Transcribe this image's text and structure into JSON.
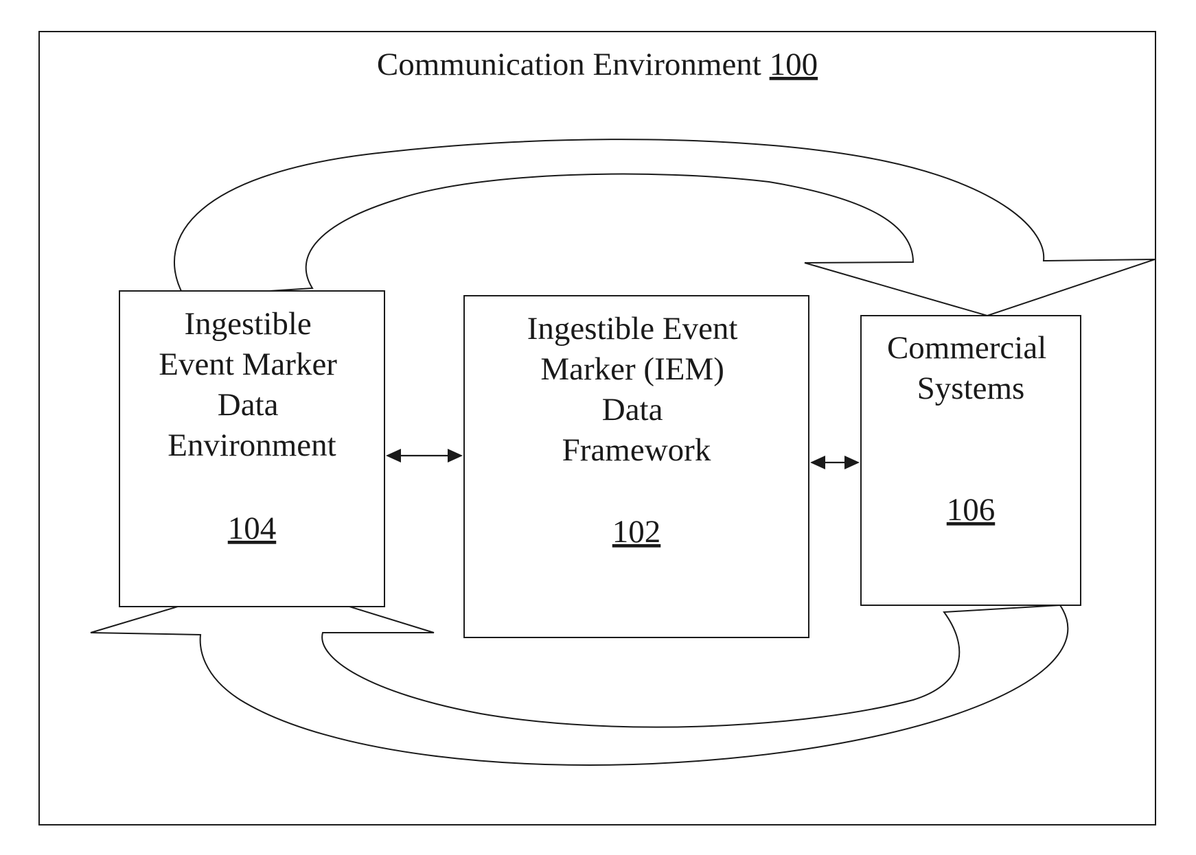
{
  "title": {
    "text": "Communication Environment ",
    "ref": "100"
  },
  "boxes": {
    "left": {
      "lines": [
        "Ingestible",
        "Event Marker",
        "Data",
        "Environment"
      ],
      "ref": "104"
    },
    "center": {
      "lines": [
        "Ingestible Event",
        "Marker (IEM)",
        "Data",
        "Framework"
      ],
      "ref": "102"
    },
    "right": {
      "lines": [
        "Commercial",
        "Systems"
      ],
      "ref": "106"
    }
  },
  "colors": {
    "ink": "#1a1a1a",
    "background": "#ffffff"
  }
}
